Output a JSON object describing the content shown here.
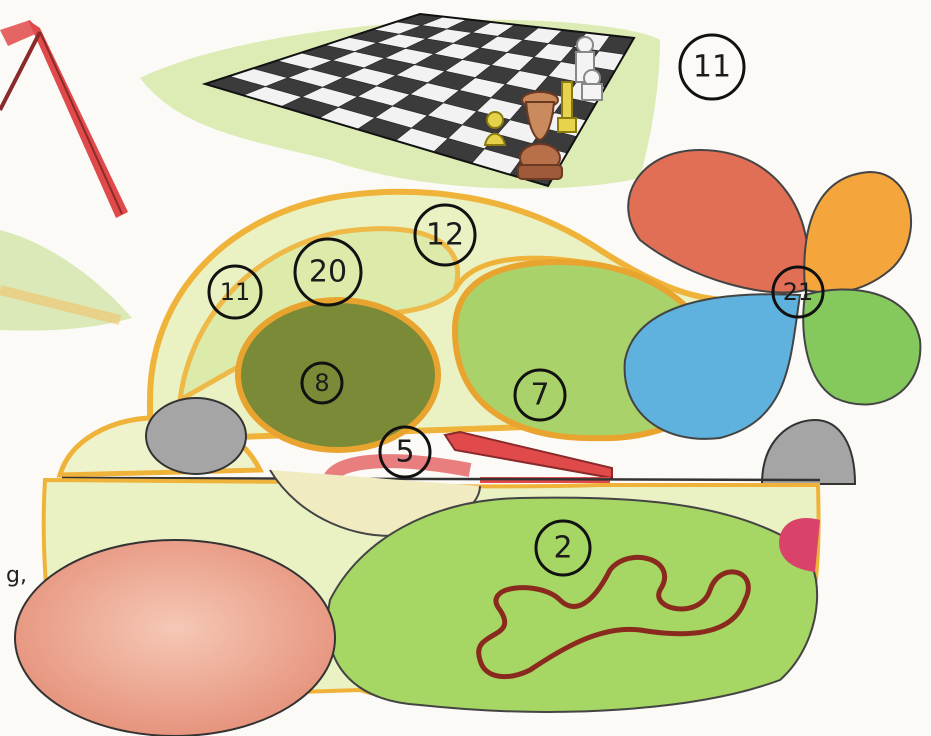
{
  "zones": {
    "chessboard": {
      "label": "11"
    },
    "lawn_ring": {
      "label": "11"
    },
    "ring_path": {
      "label": "12"
    },
    "mound": {
      "label": "20"
    },
    "dark_green_bed": {
      "label": "8"
    },
    "light_green_bed": {
      "label": "7"
    },
    "red_ramp": {
      "label": "5"
    },
    "large_green_area": {
      "label": "2"
    },
    "flower": {
      "label": "21"
    }
  },
  "edge_text": {
    "left_fragment": "g,"
  },
  "colors": {
    "paper": "#fbfaf7",
    "grass": "#cfe09a",
    "orange_border": "#f0b33a",
    "dark_green": "#7a8a36",
    "light_green": "#a9d36a",
    "red_petal": "#e06f55",
    "orange_petal": "#f4a53c",
    "blue_petal": "#5fb1de",
    "green_petal": "#85c95e",
    "grey_stone": "#a5a5a5",
    "snake_path": "#8a2a1e",
    "swing_red": "#e04a4a"
  }
}
